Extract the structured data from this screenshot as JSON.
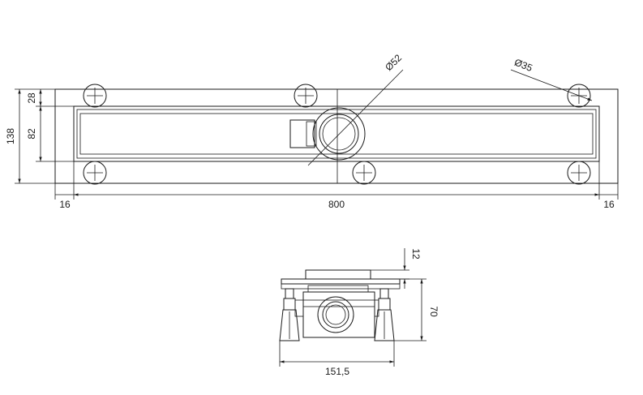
{
  "top_view": {
    "dim_total_height": "138",
    "dim_top_offset": "28",
    "dim_channel_height": "82",
    "dim_left_margin": "16",
    "dim_length": "800",
    "dim_right_margin": "16",
    "dim_outlet_diameter": "Ø52",
    "dim_screw_diameter": "Ø35"
  },
  "side_view": {
    "dim_top_height": "12",
    "dim_total_height": "70",
    "dim_width": "151,5"
  },
  "colors": {
    "line": "#1a1a1a",
    "background": "#ffffff"
  }
}
